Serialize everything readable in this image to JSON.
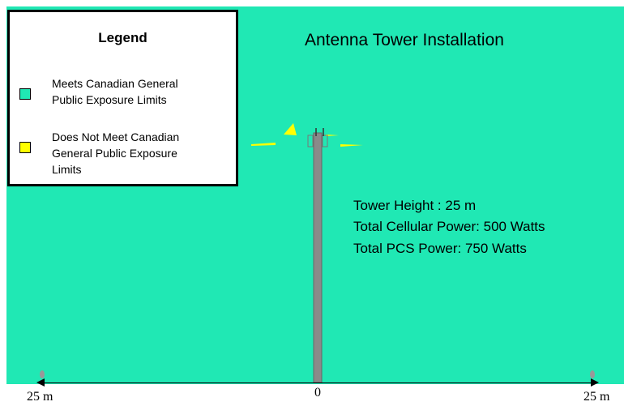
{
  "title": "Antenna Tower Installation",
  "legend": {
    "title": "Legend",
    "items": [
      {
        "label": "Meets Canadian General\nPublic Exposure Limits",
        "color": "#20e8b4"
      },
      {
        "label": "Does Not Meet Canadian\nGeneral Public Exposure\nLimits",
        "color": "#ffff00"
      }
    ]
  },
  "info": {
    "tower_height": "Tower Height : 25 m",
    "cellular_power": "Total Cellular Power: 500 Watts",
    "pcs_power": "Total PCS Power: 750 Watts"
  },
  "scale": {
    "left": "25 m",
    "center": "0",
    "right": "25 m"
  },
  "colors": {
    "field": "#20e8b4",
    "tower": "#8a8a8a",
    "exceed": "#ffff00"
  }
}
